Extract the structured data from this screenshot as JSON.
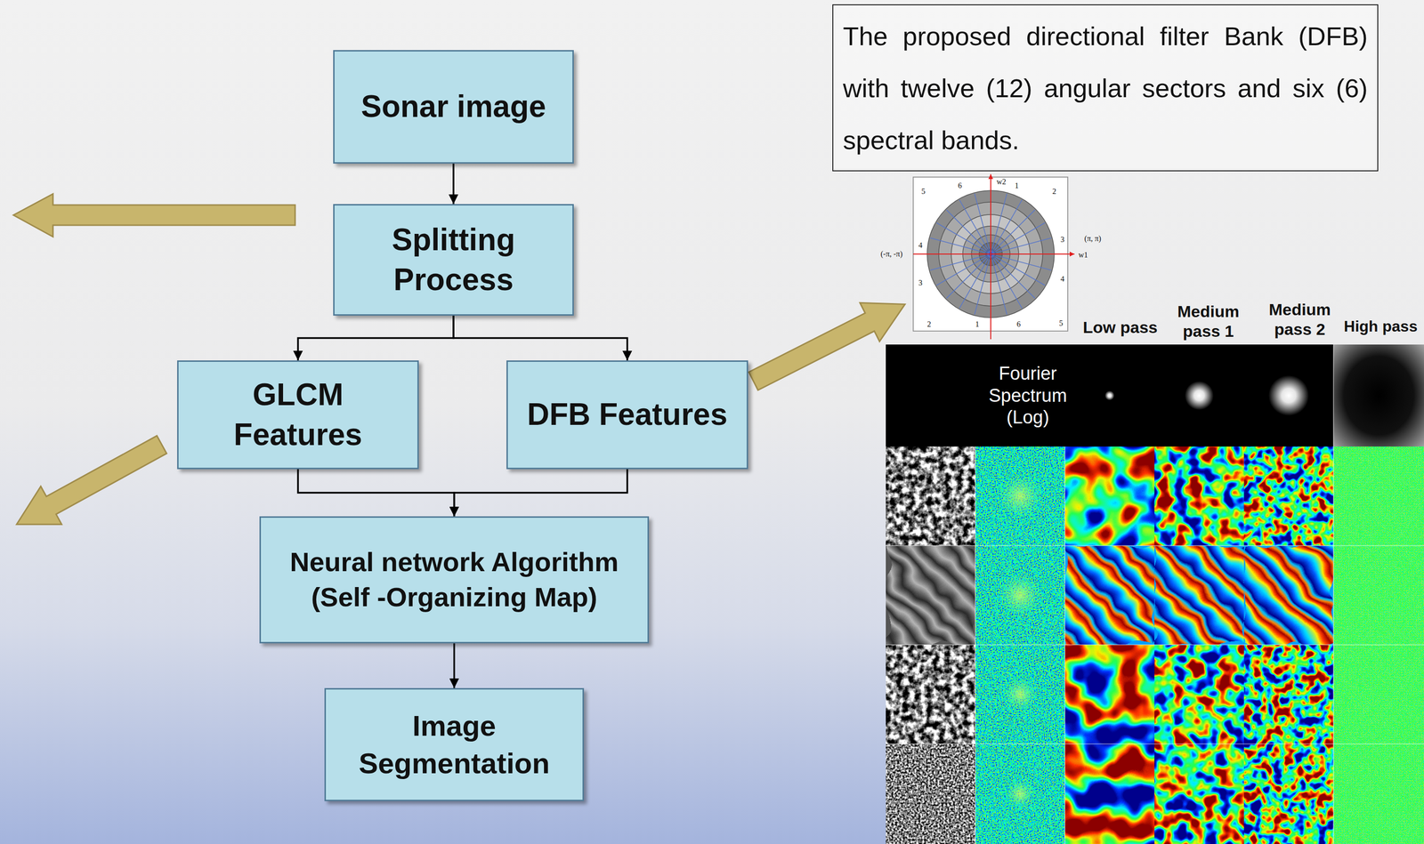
{
  "diagram": {
    "nodes": [
      {
        "text": [
          "Sonar image"
        ]
      },
      {
        "text": [
          "Splitting Process"
        ]
      },
      {
        "text": [
          "GLCM Features"
        ]
      },
      {
        "text": [
          "DFB Features"
        ]
      },
      {
        "text": [
          "Neural network Algorithm (Self -Organizing Map)"
        ]
      },
      {
        "text": [
          "Image Segmentation"
        ]
      },
      {
        "text": [
          "The proposed directional filter Bank (DFB) with twelve (12) angular sectors and six (6) spectral bands."
        ]
      }
    ],
    "edges": [
      {
        "from": 0,
        "to": 1,
        "arrow": "to"
      },
      {
        "from": 1,
        "to": 2,
        "arrow": "to"
      },
      {
        "from": 1,
        "to": 3,
        "arrow": "to"
      },
      {
        "from": 2,
        "to": 4,
        "arrow": "to"
      },
      {
        "from": 3,
        "to": 4,
        "arrow": "to"
      },
      {
        "from": 4,
        "to": 5,
        "arrow": "to"
      }
    ],
    "labels": [
      "w2",
      "w1",
      "(π, π)",
      "(-π, -π)",
      "5",
      "6",
      "1",
      "2",
      "3",
      "4",
      "5",
      "6",
      "1",
      "2",
      "3",
      "4",
      "Low pass",
      "Medium pass 1",
      "Medium pass 2",
      "High pass",
      "Fourier Spectrum (Log)"
    ]
  }
}
